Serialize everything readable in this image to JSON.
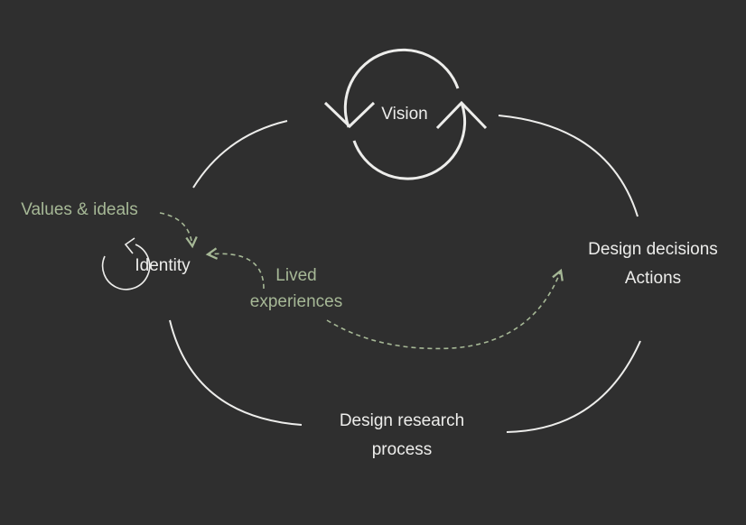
{
  "diagram": {
    "nodes": {
      "vision": "Vision",
      "identity": "Identity",
      "design_decisions": "Design decisions",
      "actions": "Actions",
      "design_research_line1": "Design research",
      "design_research_line2": "process"
    },
    "influences": {
      "values_ideals": "Values & ideals",
      "lived_line1": "Lived",
      "lived_line2": "experiences"
    }
  },
  "colors": {
    "background": "#2f2f2f",
    "node_stroke": "#ededeb",
    "node_text": "#ededeb",
    "influence": "#a6b896"
  },
  "icons": {
    "vision": "cycle-arrows-icon",
    "identity": "counterclockwise-loop-arrow-icon"
  }
}
